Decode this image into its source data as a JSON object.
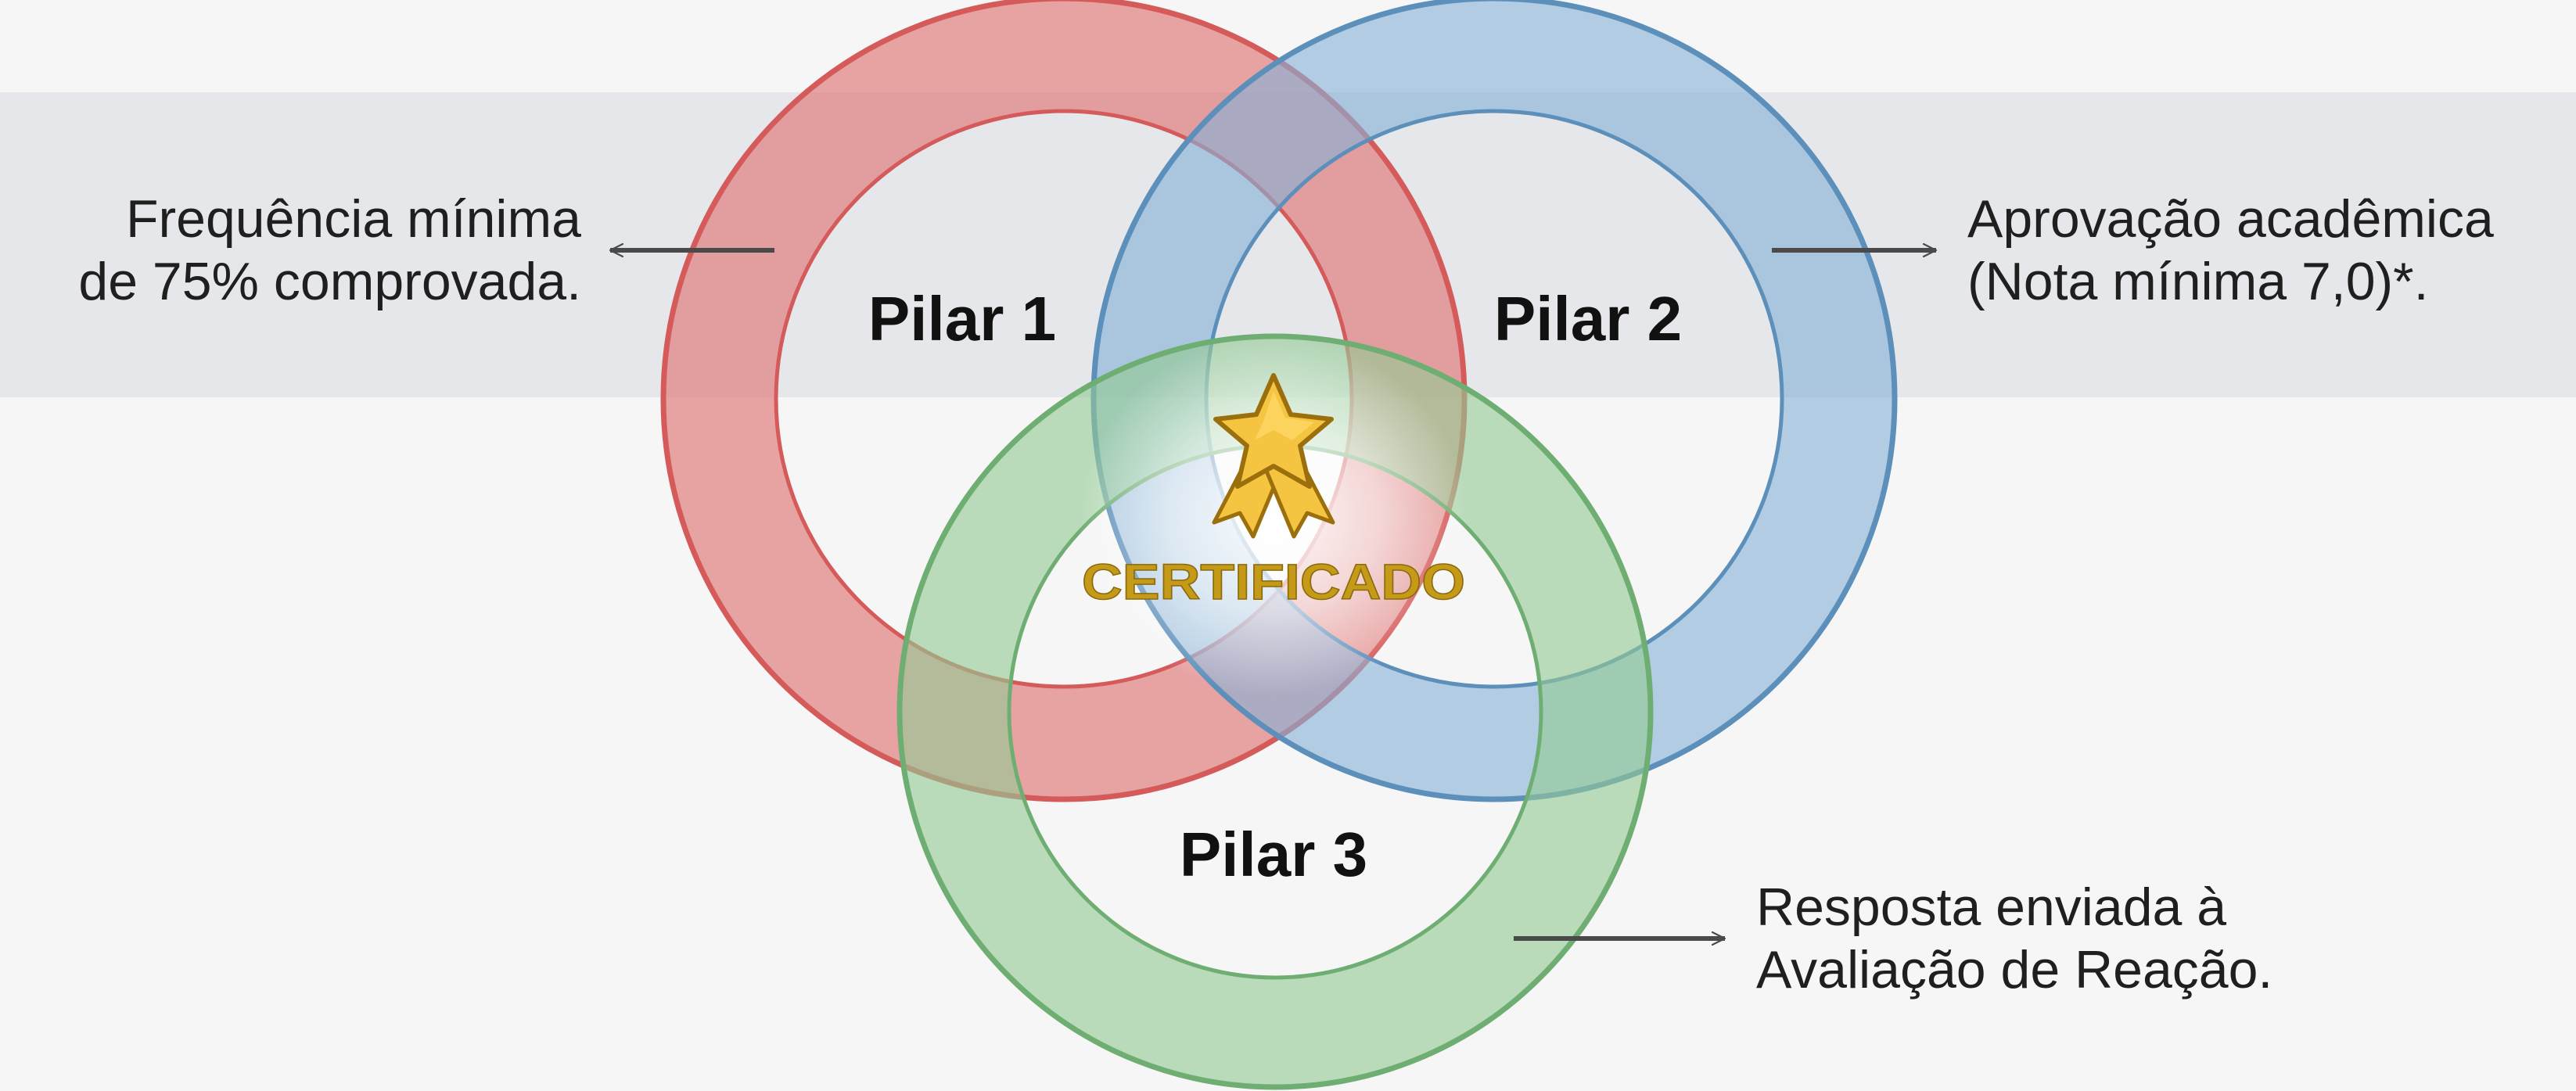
{
  "center": {
    "label": "CERTIFICADO",
    "icon": "star-ribbon-icon",
    "color": "#c49a18"
  },
  "pillars": [
    {
      "title": "Pilar 1",
      "requirement_lines": [
        "Frequência mínima",
        "de 75% comprovada."
      ],
      "ring_color": "#e07b7b",
      "stroke_color": "#d55a5a"
    },
    {
      "title": "Pilar 2",
      "requirement_lines": [
        "Aprovação acadêmica",
        "(Nota mínima 7,0)*."
      ],
      "ring_color": "#86b2d6",
      "stroke_color": "#5c8fba"
    },
    {
      "title": "Pilar 3",
      "requirement_lines": [
        "Resposta enviada à",
        "Avaliação de Reação."
      ],
      "ring_color": "#93c995",
      "stroke_color": "#6fae72"
    }
  ],
  "arrow_color": "#4a4a4a"
}
